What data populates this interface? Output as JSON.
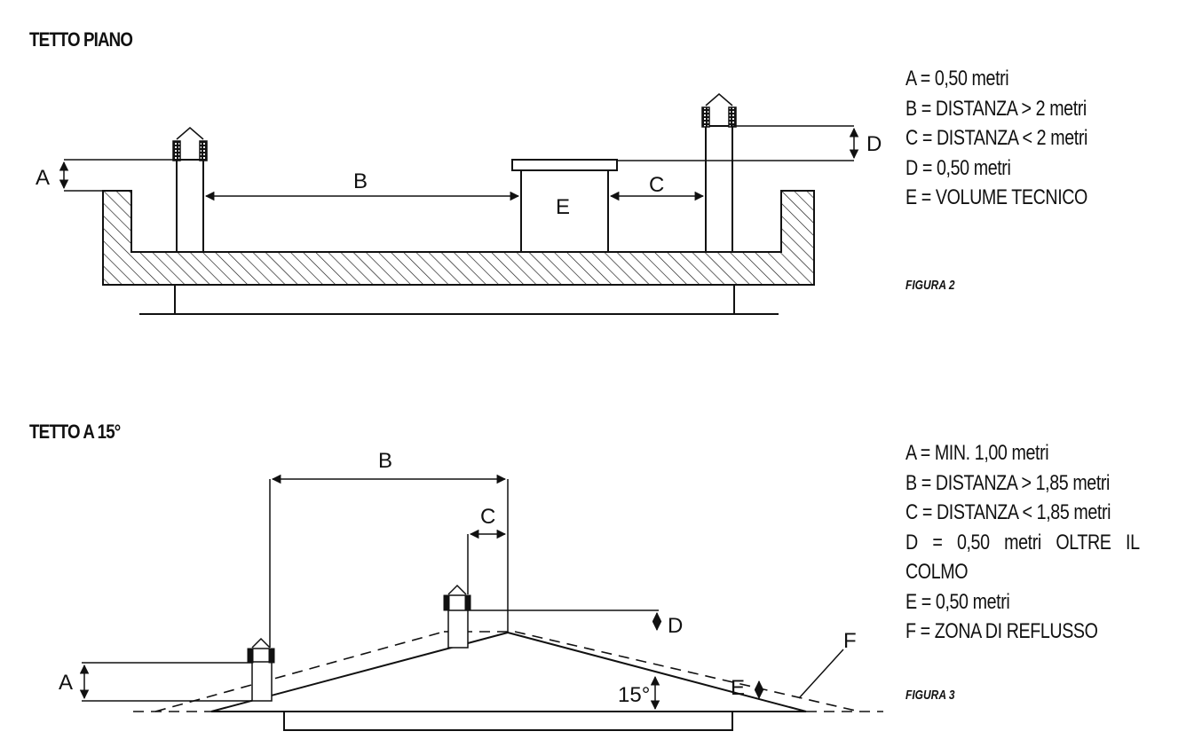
{
  "figure2": {
    "title": "TETTO PIANO",
    "caption": "FIGURA 2",
    "labels": {
      "A": "A",
      "B": "B",
      "C": "C",
      "D": "D",
      "E": "E"
    },
    "legend": [
      "A = 0,50 metri",
      "B = DISTANZA > 2 metri",
      "C = DISTANZA < 2 metri",
      "D = 0,50 metri",
      "E = VOLUME TECNICO"
    ]
  },
  "figure3": {
    "title": "TETTO A 15°",
    "caption": "FIGURA 3",
    "labels": {
      "A": "A",
      "B": "B",
      "C": "C",
      "D": "D",
      "E": "E",
      "F": "F",
      "angle": "15°"
    },
    "legend": [
      "A = MIN. 1,00 metri",
      "B = DISTANZA > 1,85 metri",
      "C = DISTANZA < 1,85 metri",
      "D = 0,50 metri OLTRE IL",
      "COLMO",
      "E = 0,50 metri",
      "F = ZONA DI REFLUSSO"
    ]
  }
}
